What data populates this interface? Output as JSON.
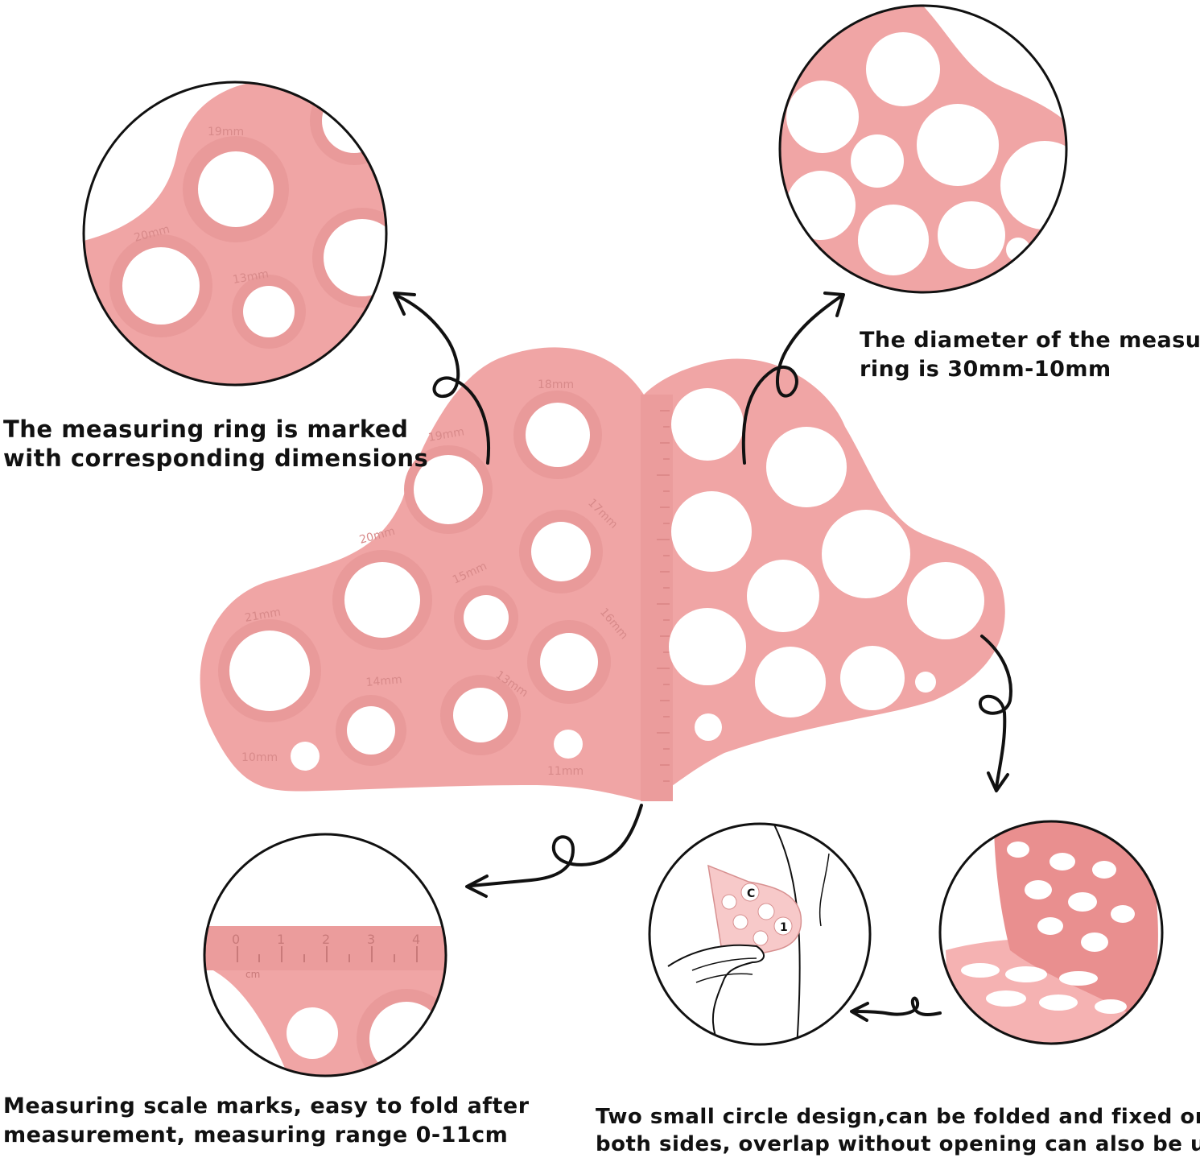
{
  "colors": {
    "pink": "#f0a5a5",
    "pink_dark": "#dd8a8a",
    "ink": "#111111"
  },
  "callouts": {
    "top_left": {
      "line1": "The measuring ring is marked",
      "line2": "with corresponding dimensions"
    },
    "top_right": {
      "line1": "The diameter of the measuring",
      "line2": "ring is 30mm-10mm"
    },
    "bottom_left": {
      "line1": "Measuring scale marks, easy to fold after",
      "line2": "measurement, measuring range 0-11cm"
    },
    "bottom_right": {
      "line1": "Two small circle design,can be folded and fixed on",
      "line2": "both sides, overlap without opening can also be used"
    }
  },
  "ring_labels": [
    "18mm",
    "19mm",
    "17mm",
    "20mm",
    "15mm",
    "21mm",
    "16mm",
    "14mm",
    "13mm",
    "10mm",
    "11mm"
  ],
  "zoom_labels": [
    "19mm",
    "20mm",
    "13mm"
  ],
  "ruler_labels": [
    "0",
    "1",
    "2",
    "3",
    "4"
  ],
  "ruler_unit": "cm",
  "hand_sheet_letters": [
    "C",
    "1"
  ]
}
